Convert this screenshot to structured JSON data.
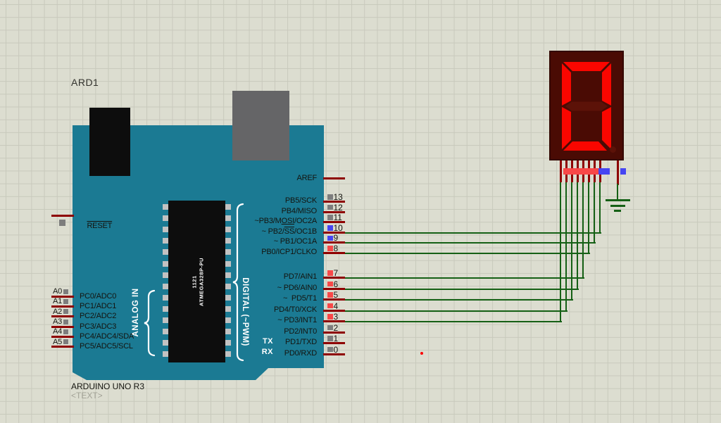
{
  "app": {
    "canvas_type": "schematic-capture-sheet"
  },
  "board": {
    "ref": "ARD1",
    "title": "ARDUINO UNO R3",
    "subtitle": "<TEXT>",
    "reset_label": "RESET",
    "aref_label": "AREF",
    "analog_group_label": "ANALOG IN",
    "digital_group_label": "DIGITAL (~PWM)",
    "tx_label": "TX",
    "rx_label": "RX",
    "chip_marking_line1": "1121",
    "chip_marking_line2": "ATMEGA328P-PU",
    "analog_pins": [
      {
        "pin": "A0",
        "label": "PC0/ADC0",
        "state": "floating"
      },
      {
        "pin": "A1",
        "label": "PC1/ADC1",
        "state": "floating"
      },
      {
        "pin": "A2",
        "label": "PC2/ADC2",
        "state": "floating"
      },
      {
        "pin": "A3",
        "label": "PC3/ADC3",
        "state": "floating"
      },
      {
        "pin": "A4",
        "label": "PC4/ADC4/SDA",
        "state": "floating"
      },
      {
        "pin": "A5",
        "label": "PC5/ADC5/SCL",
        "state": "floating"
      }
    ],
    "reset_pin_state": "floating",
    "digital_pins": [
      {
        "number": "13",
        "label_parts": [
          {
            "t": "PB5/SCK"
          }
        ],
        "state": "floating",
        "wired": false
      },
      {
        "number": "12",
        "label_parts": [
          {
            "t": "PB4/MISO"
          }
        ],
        "state": "floating",
        "wired": false
      },
      {
        "number": "11",
        "label_parts": [
          {
            "t": "~PB3/M"
          },
          {
            "t": "OSI",
            "u": true
          },
          {
            "t": "/OC2A"
          }
        ],
        "state": "floating",
        "wired": false
      },
      {
        "number": "10",
        "label_parts": [
          {
            "t": "~ PB2/"
          },
          {
            "t": "SS",
            "o": true
          },
          {
            "t": "/OC1B"
          }
        ],
        "state": "low",
        "wired": true
      },
      {
        "number": "9",
        "label_parts": [
          {
            "t": "~ PB1/OC1A"
          }
        ],
        "state": "low",
        "wired": true
      },
      {
        "number": "8",
        "label_parts": [
          {
            "t": "PB0/ICP1/CLKO"
          }
        ],
        "state": "high",
        "wired": true
      },
      {
        "number": "7",
        "label_parts": [
          {
            "t": "PD7/AIN1"
          }
        ],
        "state": "high",
        "wired": true
      },
      {
        "number": "6",
        "label_parts": [
          {
            "t": "~ PD6/AIN0"
          }
        ],
        "state": "high",
        "wired": true
      },
      {
        "number": "5",
        "label_parts": [
          {
            "t": "~  PD5/T1"
          }
        ],
        "state": "high",
        "wired": true
      },
      {
        "number": "4",
        "label_parts": [
          {
            "t": "PD4/T0/XCK"
          }
        ],
        "state": "high",
        "wired": true
      },
      {
        "number": "3",
        "label_parts": [
          {
            "t": "~ PD3/INT1"
          }
        ],
        "state": "high",
        "wired": true
      },
      {
        "number": "2",
        "label_parts": [
          {
            "t": "PD2/INT0"
          }
        ],
        "state": "floating",
        "wired": false
      },
      {
        "number": "1",
        "label_parts": [
          {
            "t": "PD1/TXD"
          }
        ],
        "state": "floating",
        "wired": false
      },
      {
        "number": "0",
        "label_parts": [
          {
            "t": "PD0/RXD"
          }
        ],
        "state": "floating",
        "wired": false
      }
    ]
  },
  "display": {
    "type": "7-segment-common-cathode",
    "digit": "0",
    "segments": {
      "a": "on",
      "b": "on",
      "c": "on",
      "d": "on",
      "e": "on",
      "f": "on",
      "g": "off",
      "dp": "off"
    },
    "pin_states": [
      "high",
      "high",
      "high",
      "high",
      "high",
      "high",
      "low",
      "low"
    ],
    "common_pin_state": "low",
    "common_connected_to": "ground"
  },
  "colors": {
    "bg": "#dcddd0",
    "grid_line": "#c8c9bc",
    "board": "#1b7a93",
    "wire": "#156015",
    "pin_stub": "#8e0000",
    "state_high": "#f84848",
    "state_low": "#4545f2",
    "state_floating": "#7d7d7d",
    "display_body": "#4a0b04",
    "display_border": "#330701",
    "segment_on": "#fa0600",
    "segment_off": "#5c1208",
    "chip_body": "#0d0d0d",
    "chip_pin": "#c2c2c2",
    "usb": "#656567",
    "power_jack": "#0d0d0d",
    "origin_dot": "#fb0000",
    "text": "#14140f",
    "ghost_text": "#a2a296"
  }
}
